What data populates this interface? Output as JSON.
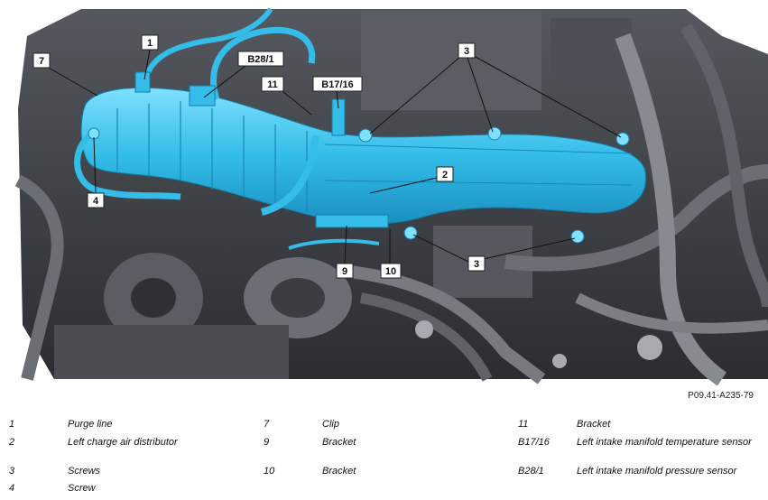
{
  "figure": {
    "code": "P09.41-A235-79",
    "callouts": [
      "1",
      "7",
      "B28/1",
      "11",
      "B17/16",
      "3",
      "2",
      "4",
      "9",
      "10",
      "3"
    ],
    "colors": {
      "highlight": "#33bde8",
      "engine_dark": "#3a3d42",
      "engine_mid": "#6b6f75",
      "engine_light": "#a7abb1"
    }
  },
  "legend": [
    {
      "num": "1",
      "desc": "Purge line"
    },
    {
      "num": "2",
      "desc": "Left charge air distributor"
    },
    {
      "num": "3",
      "desc": "Screws"
    },
    {
      "num": "4",
      "desc": "Screw"
    },
    {
      "num": "7",
      "desc": "Clip"
    },
    {
      "num": "9",
      "desc": "Bracket"
    },
    {
      "num": "10",
      "desc": "Bracket"
    },
    {
      "num": "11",
      "desc": "Bracket"
    },
    {
      "num": "B17/16",
      "desc": "Left intake manifold temperature sensor"
    },
    {
      "num": "B28/1",
      "desc": "Left intake manifold pressure sensor"
    }
  ]
}
